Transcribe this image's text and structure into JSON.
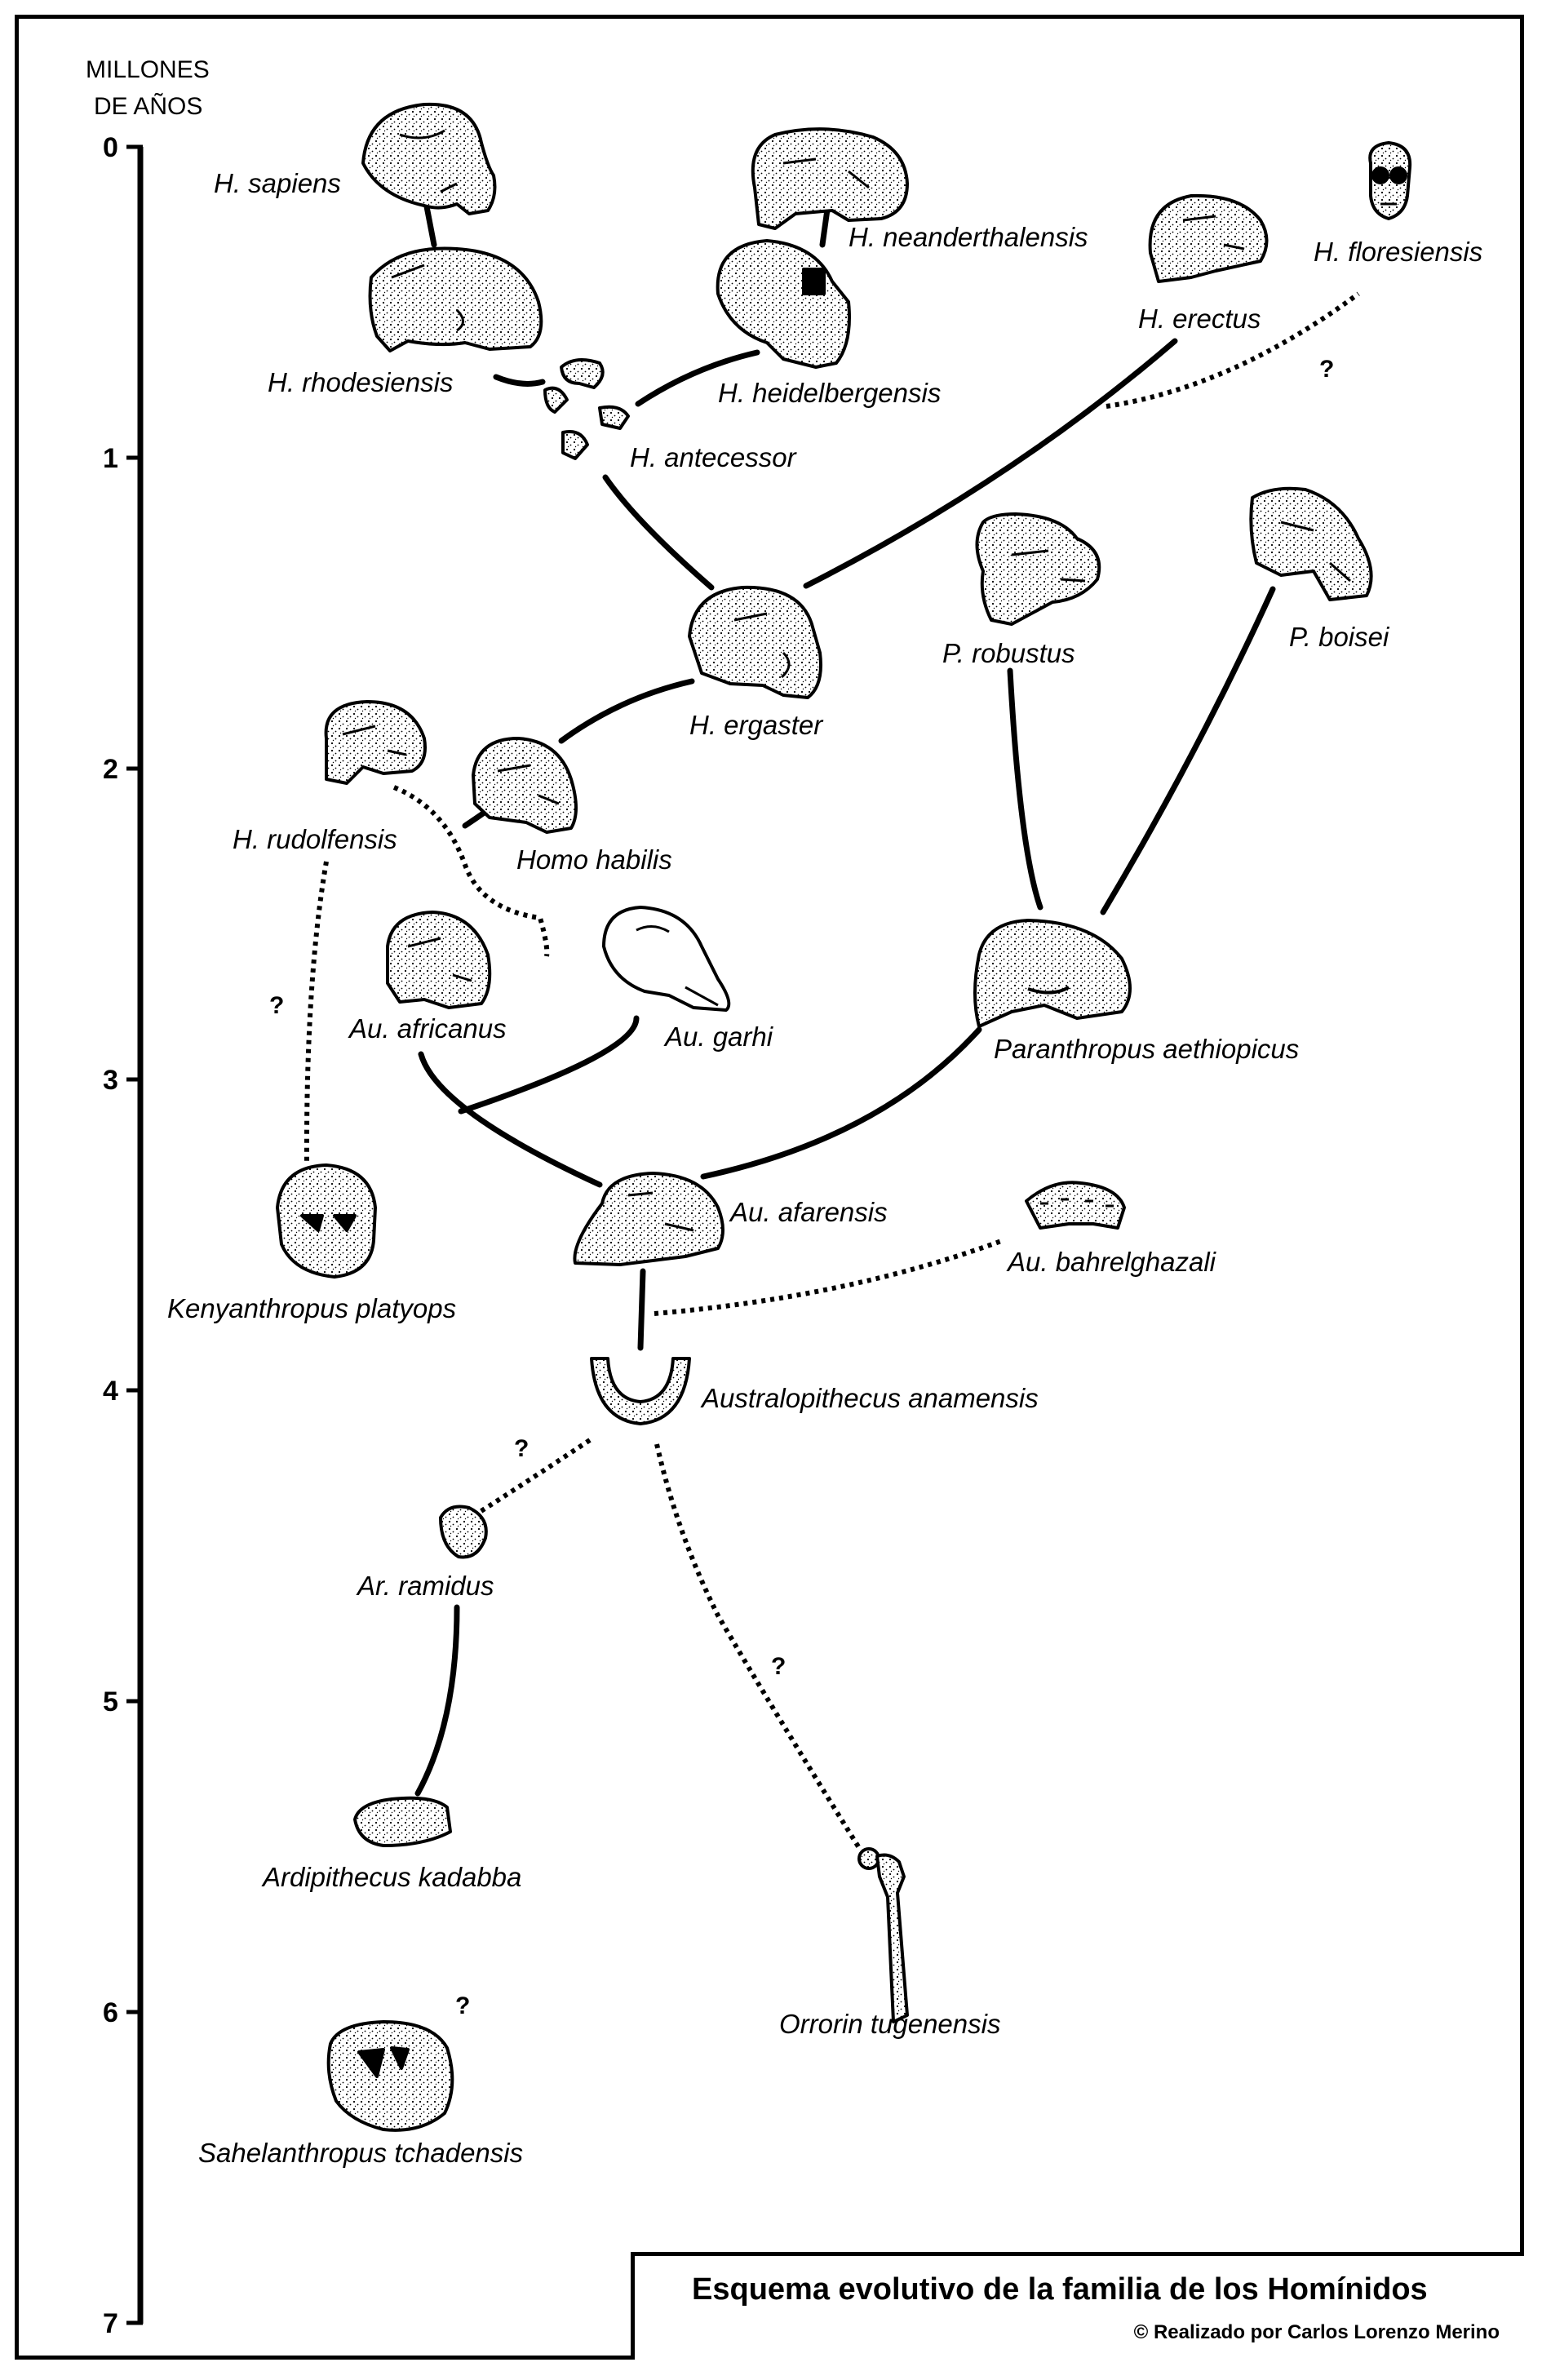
{
  "axis": {
    "title_line1": "MILLONES",
    "title_line2": "DE AÑOS",
    "ticks": [
      "0",
      "1",
      "2",
      "3",
      "4",
      "5",
      "6",
      "7"
    ]
  },
  "taxa": {
    "h_sapiens": "H. sapiens",
    "h_neanderthalensis": "H. neanderthalensis",
    "h_floresiensis": "H. floresiensis",
    "h_erectus": "H. erectus",
    "h_rhodesiensis": "H. rhodesiensis",
    "h_heidelbergensis": "H. heidelbergensis",
    "h_antecessor": "H. antecessor",
    "h_ergaster": "H. ergaster",
    "p_robustus": "P. robustus",
    "p_boisei": "P. boisei",
    "h_rudolfensis": "H. rudolfensis",
    "homo_habilis": "Homo habilis",
    "au_africanus": "Au. africanus",
    "au_garhi": "Au. garhi",
    "paranthropus_aethiopicus": "Paranthropus aethiopicus",
    "au_afarensis": "Au. afarensis",
    "au_bahrelghazali": "Au. bahrelghazali",
    "kenyanthropus_platyops": "Kenyanthropus platyops",
    "australopithecus_anamensis": "Australopithecus anamensis",
    "ar_ramidus": "Ar. ramidus",
    "ardipithecus_kadabba": "Ardipithecus kadabba",
    "orrorin_tugenensis": "Orrorin tugenensis",
    "sahelanthropus_tchadensis": "Sahelanthropus tchadensis"
  },
  "uncertain_mark": "?",
  "legend": {
    "title": "Esquema evolutivo de la familia de los Homínidos",
    "credit": "© Realizado por Carlos Lorenzo Merino"
  }
}
